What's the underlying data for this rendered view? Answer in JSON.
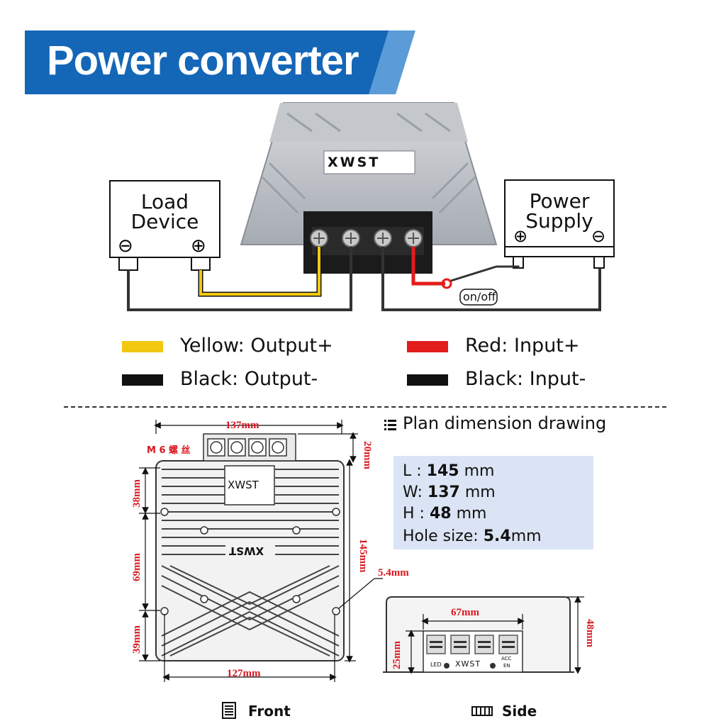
{
  "banner": {
    "title": "Power converter"
  },
  "wiring": {
    "device_brand": "XWST",
    "load_device": {
      "label_line1": "Load",
      "label_line2": "Device",
      "minus": "⊖",
      "plus": "⊕"
    },
    "power_supply": {
      "label_line1": "Power",
      "label_line2": "Supply",
      "plus": "⊕",
      "minus": "⊖"
    },
    "switch_label": "on/off"
  },
  "legend": [
    {
      "text": "Yellow: Output+",
      "color": "#f2c811"
    },
    {
      "text": "Black: Output-",
      "color": "#111111"
    },
    {
      "text": "Red: Input+",
      "color": "#e31c1c"
    },
    {
      "text": "Black: Input-",
      "color": "#111111"
    }
  ],
  "plan": {
    "title": "Plan dimension drawing",
    "front_dims": {
      "width_top": "137mm",
      "terminal_height": "20mm",
      "screw_note": "M 6 螺 丝",
      "left_top": "38mm",
      "left_mid": "69mm",
      "left_bottom": "39mm",
      "right_total": "145mm",
      "hole": "5.4mm",
      "width_bottom": "127mm",
      "brand": "XWST",
      "brand_mirrored": "XWST"
    },
    "side_dims": {
      "width": "67mm",
      "height_total": "48mm",
      "height_terminal": "25mm",
      "led_label": "LED",
      "brand": "XWST",
      "acc_label_1": "ACC",
      "acc_label_2": "EN"
    },
    "specs": {
      "l_label": "L  :",
      "l_value": "145",
      "l_unit": "mm",
      "w_label": "W:",
      "w_value": "137",
      "w_unit": "mm",
      "h_label": "H  :",
      "h_value": "48",
      "h_unit": "mm",
      "hole_label": "Hole size:",
      "hole_value": "5.4",
      "hole_unit": "mm"
    },
    "captions": {
      "front": "Front",
      "side": "Side"
    }
  }
}
